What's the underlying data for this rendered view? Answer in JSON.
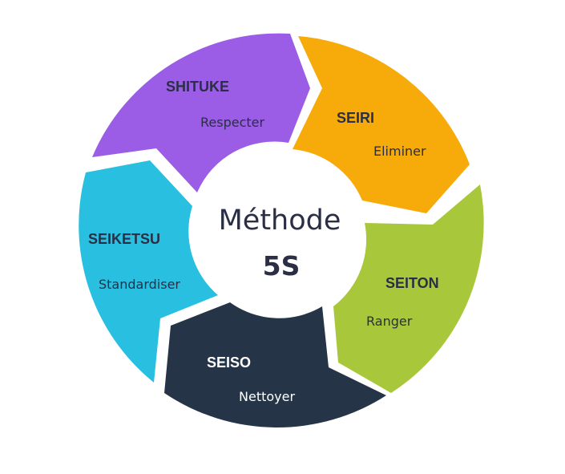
{
  "center": {
    "line1": "Méthode",
    "line2": "5S"
  },
  "colors": {
    "purple": "#9b5de5",
    "orange": "#f7ab0a",
    "green": "#a8c73a",
    "navy": "#253447",
    "cyan": "#28bfe0",
    "text_dark": "#2a2f45",
    "text_light": "#ffffff"
  },
  "segments": [
    {
      "title": "SHITUKE",
      "subtitle": "Respecter"
    },
    {
      "title": "SEIRI",
      "subtitle": "Eliminer"
    },
    {
      "title": "SEITON",
      "subtitle": "Ranger"
    },
    {
      "title": "SEISO",
      "subtitle": "Nettoyer"
    },
    {
      "title": "SEIKETSU",
      "subtitle": "Standardiser"
    }
  ]
}
